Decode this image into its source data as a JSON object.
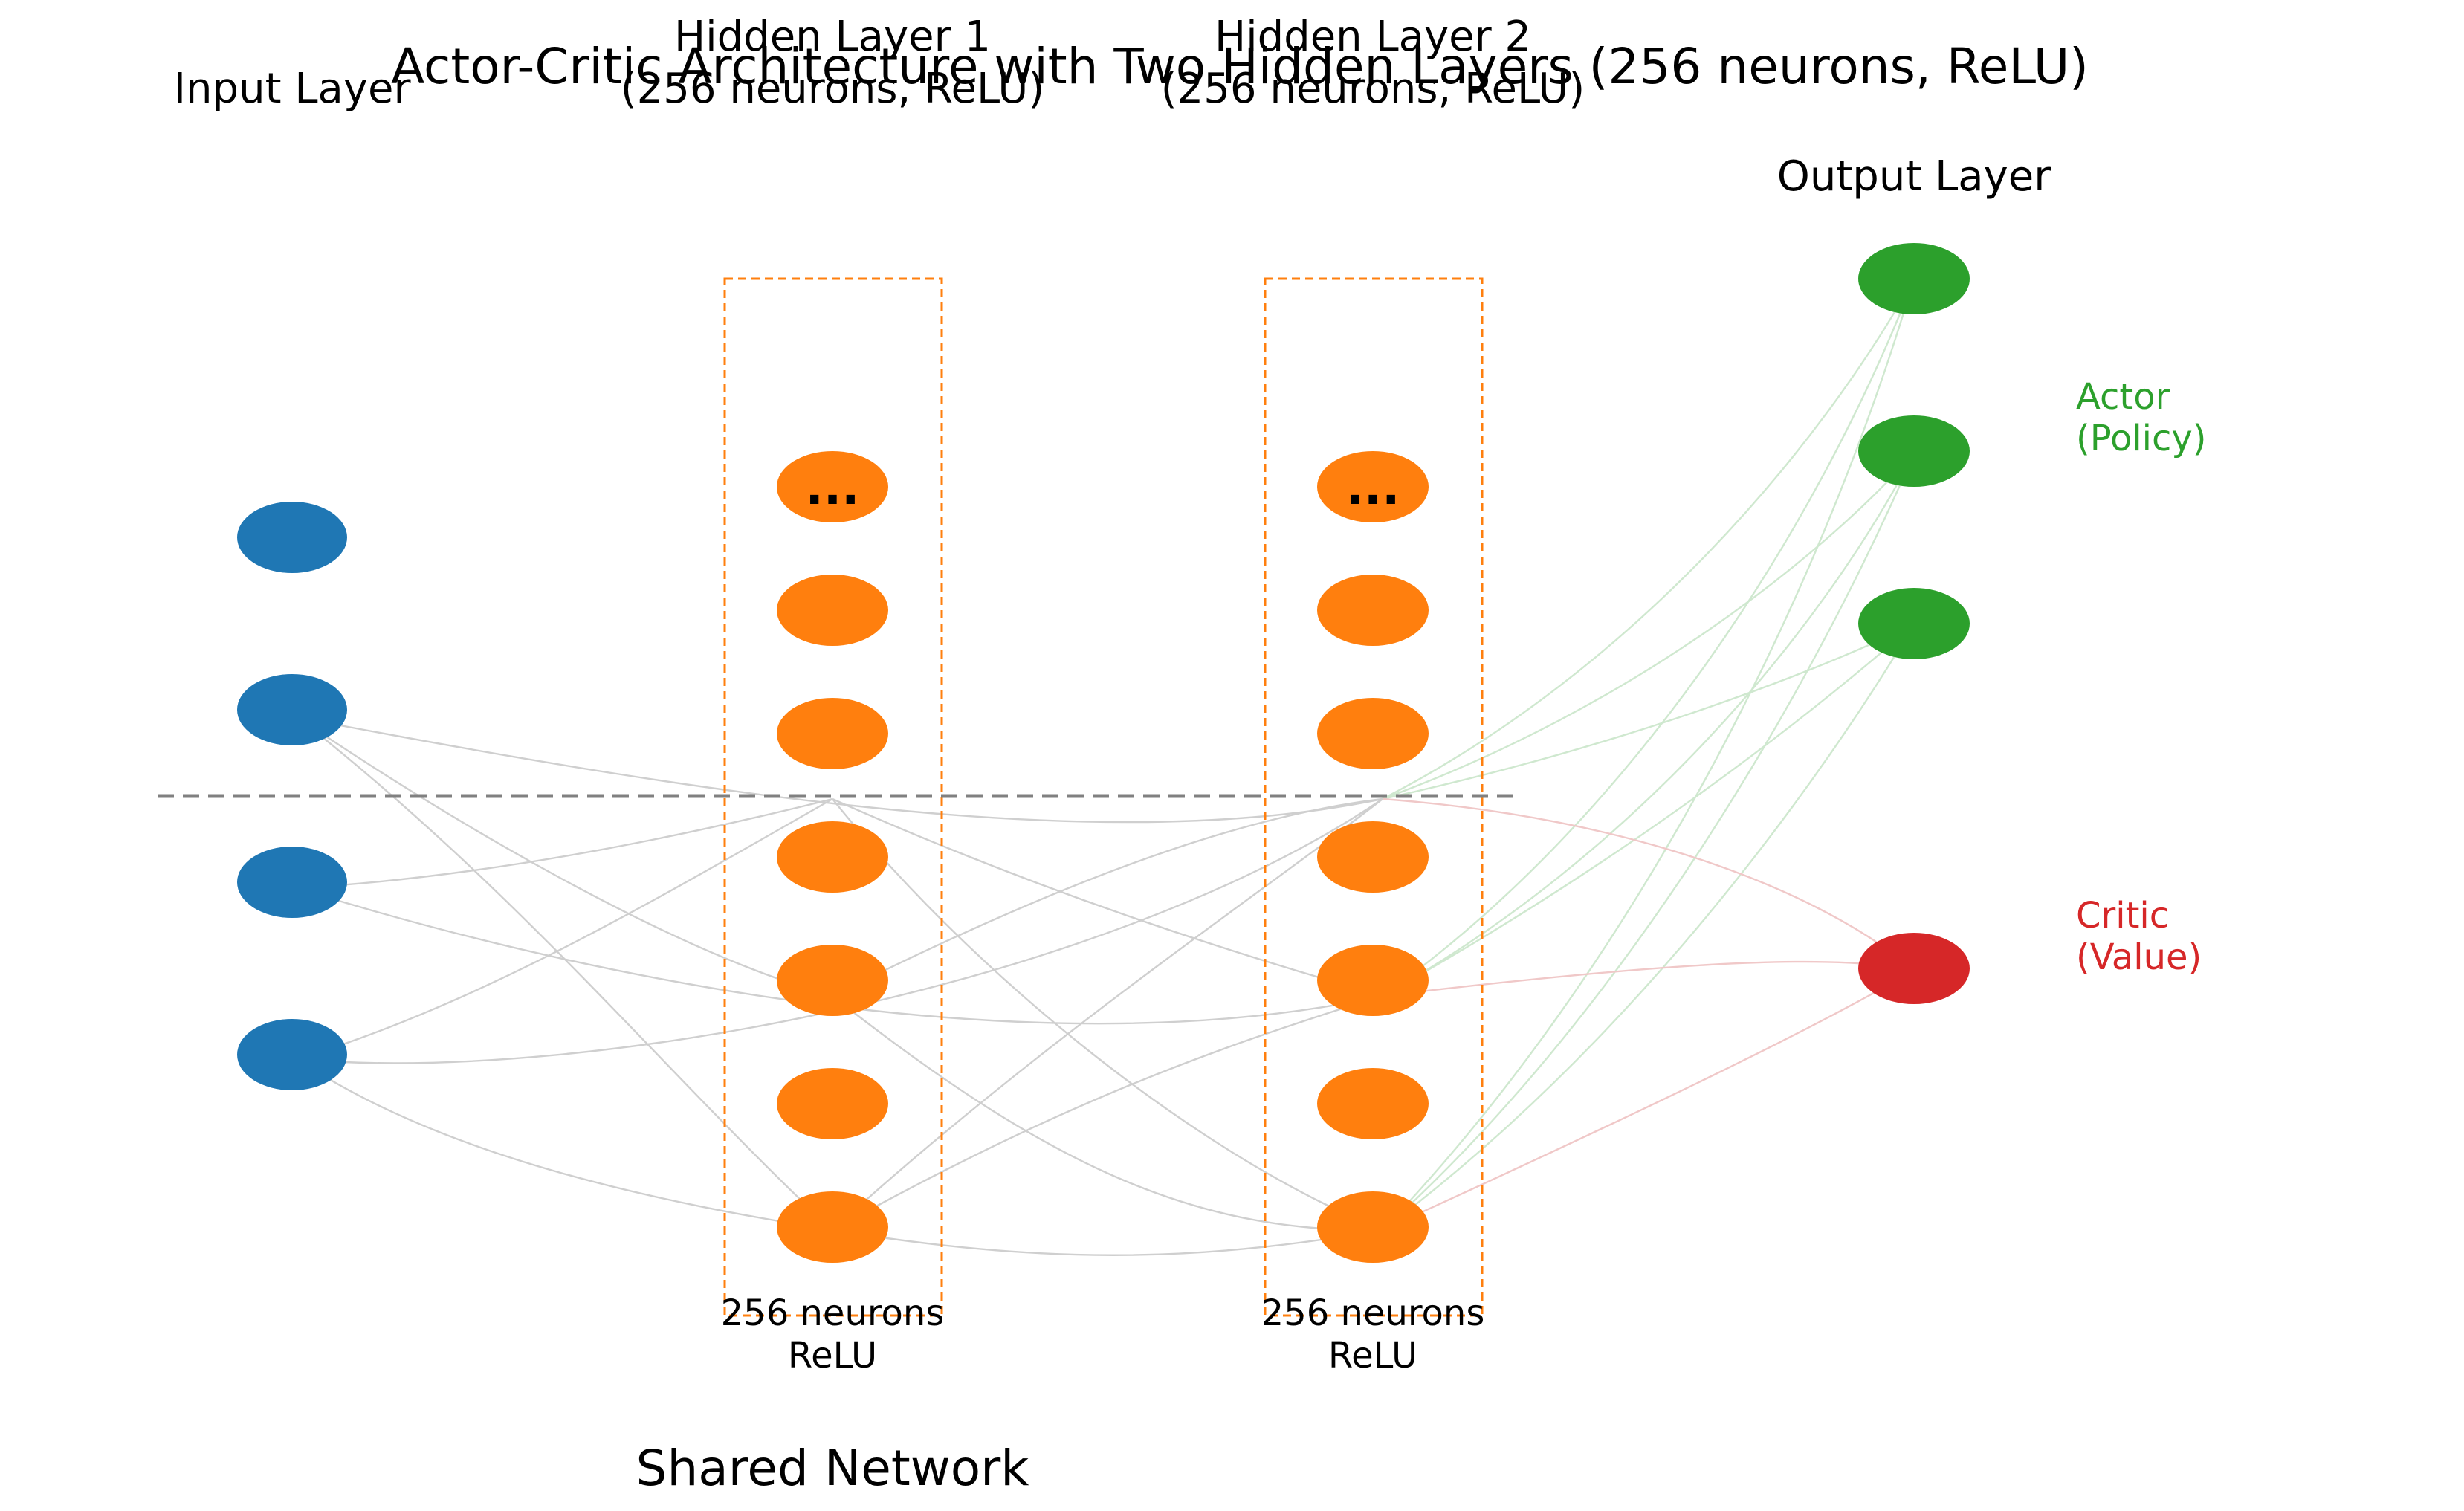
{
  "title": "Actor-Critic Architecture with Two Hidden Layers (256 neurons, ReLU)",
  "layers": {
    "input": {
      "label": "Input Layer"
    },
    "hidden1": {
      "label_line1": "Hidden Layer 1",
      "label_line2": "(256 neurons, ReLU)",
      "caption_line1": "256 neurons",
      "caption_line2": "ReLU",
      "ellipsis": "..."
    },
    "hidden2": {
      "label_line1": "Hidden Layer 2",
      "label_line2": "(256 neurons, ReLU)",
      "caption_line1": "256 neurons",
      "caption_line2": "ReLU",
      "ellipsis": "..."
    },
    "output": {
      "label": "Output Layer"
    }
  },
  "heads": {
    "actor": {
      "line1": "Actor",
      "line2": "(Policy)"
    },
    "critic": {
      "line1": "Critic",
      "line2": "(Value)"
    }
  },
  "shared_label": "Shared Network",
  "colors": {
    "input": "#1f77b4",
    "hidden": "#ff7f0e",
    "actor": "#2ca02c",
    "critic": "#d62728",
    "divider": "#808080",
    "edge": "#c8c8c8"
  }
}
